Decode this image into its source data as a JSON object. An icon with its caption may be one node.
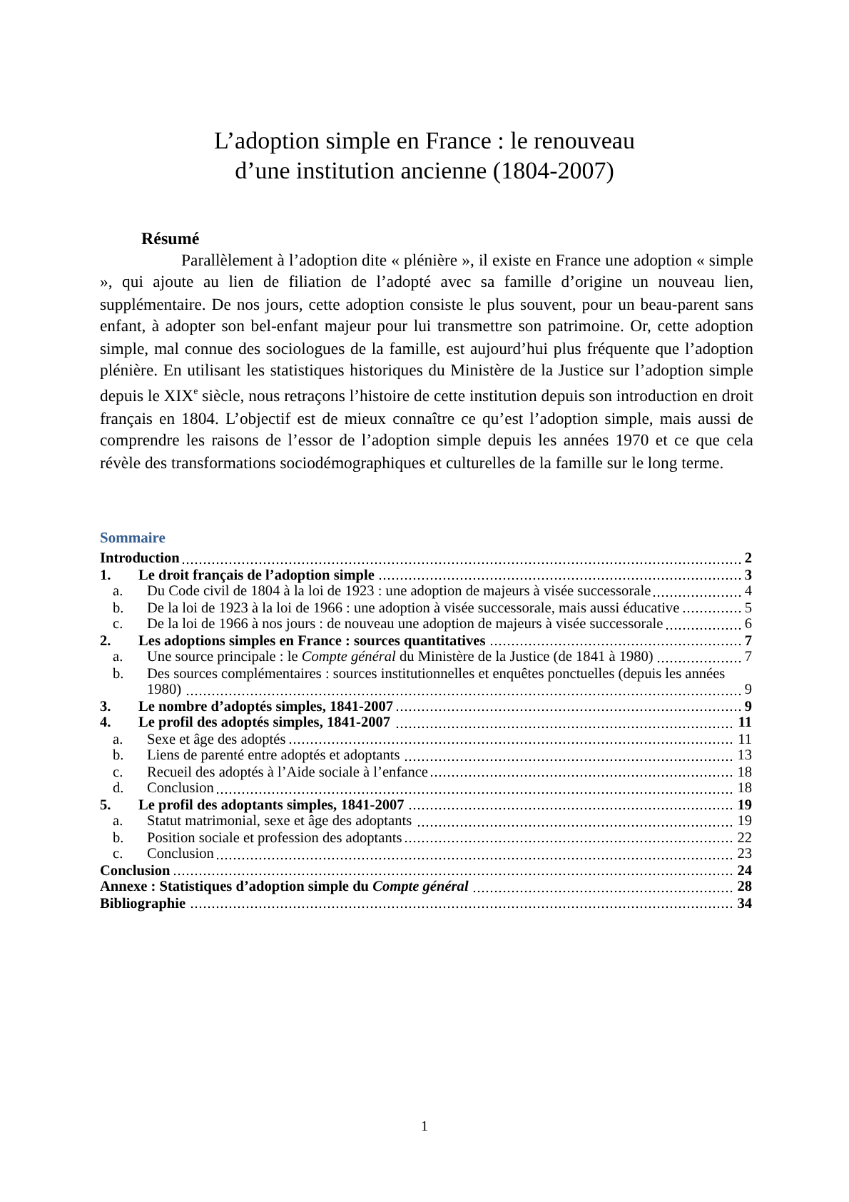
{
  "diagram": {
    "title": "L’adoption simple en France : le renouveau d’une institution ancienne (1804-2007)",
    "labels": [
      "Résumé",
      "Parallèlement à l’adoption dite « plénière », il existe en France une adoption « simple », qui ajoute au lien de filiation de l’adopté avec sa famille d’origine un nouveau lien, supplémentaire. De nos jours, cette adoption consiste le plus souvent, pour un beau-parent sans enfant, à adopter son bel-enfant majeur pour lui transmettre son patrimoine. Or, cette adoption simple, mal connue des sociologues de la famille, est aujourd’hui plus fréquente que l’adoption plénière. En utilisant les statistiques historiques du Ministère de la Justice sur l’adoption simple depuis le XIX$^{e}$ siècle, nous retraçons l’histoire de cette institution depuis son introduction en droit français en 1804. L’objectif est de mieux connaître ce qu’est l’adoption simple, mais aussi de comprendre les raisons de l’essor de l’adoption simple depuis les années 1970 et ce que cela révèle des transformations sociodémographiques et culturelles de la famille sur le long terme.",
      "Sommaire",
      "Introduction",
      "2",
      "1.",
      "Le droit français de l’adoption simple",
      "3",
      "a.",
      "Du Code civil de 1804 à la loi de 1923 : une adoption de majeurs à visée successorale",
      "4",
      "b.",
      "De la loi de 1923 à la loi de 1966 : une adoption à visée successorale, mais aussi éducative",
      "5",
      "c.",
      "De la loi de 1966 à nos jours : de nouveau une adoption de majeurs à visée successorale",
      "6",
      "2.",
      "Les adoptions simples en France : sources quantitatives",
      "7",
      "a.",
      "Une source principale : le *Compte général* du Ministère de la Justice (de 1841 à 1980)",
      "7",
      "b.",
      "Des sources complémentaires : sources institutionnelles et enquêtes ponctuelles (depuis les années 1980)",
      "9",
      "3.",
      "Le nombre d’adoptés simples, 1841-2007",
      "9",
      "4.",
      "Le profil des adoptés simples, 1841-2007",
      "11",
      "a.",
      "Sexe et âge des adoptés",
      "11",
      "b.",
      "Liens de parenté entre adoptés et adoptants",
      "13",
      "c.",
      "Recueil des adoptés à l’Aide sociale à l’enfance",
      "18",
      "d.",
      "Conclusion",
      "18",
      "5.",
      "Le profil des adoptants simples, 1841-2007",
      "19",
      "a.",
      "Statut matrimonial, sexe et âge des adoptants",
      "19",
      "b.",
      "Position sociale et profession des adoptants",
      "22",
      "c.",
      "Conclusion",
      "23",
      "Conclusion",
      "24",
      "Annexe : Statistiques d’adoption simple du *Compte général*",
      "28",
      "Bibliographie",
      "34",
      "1"
    ]
  }
}
